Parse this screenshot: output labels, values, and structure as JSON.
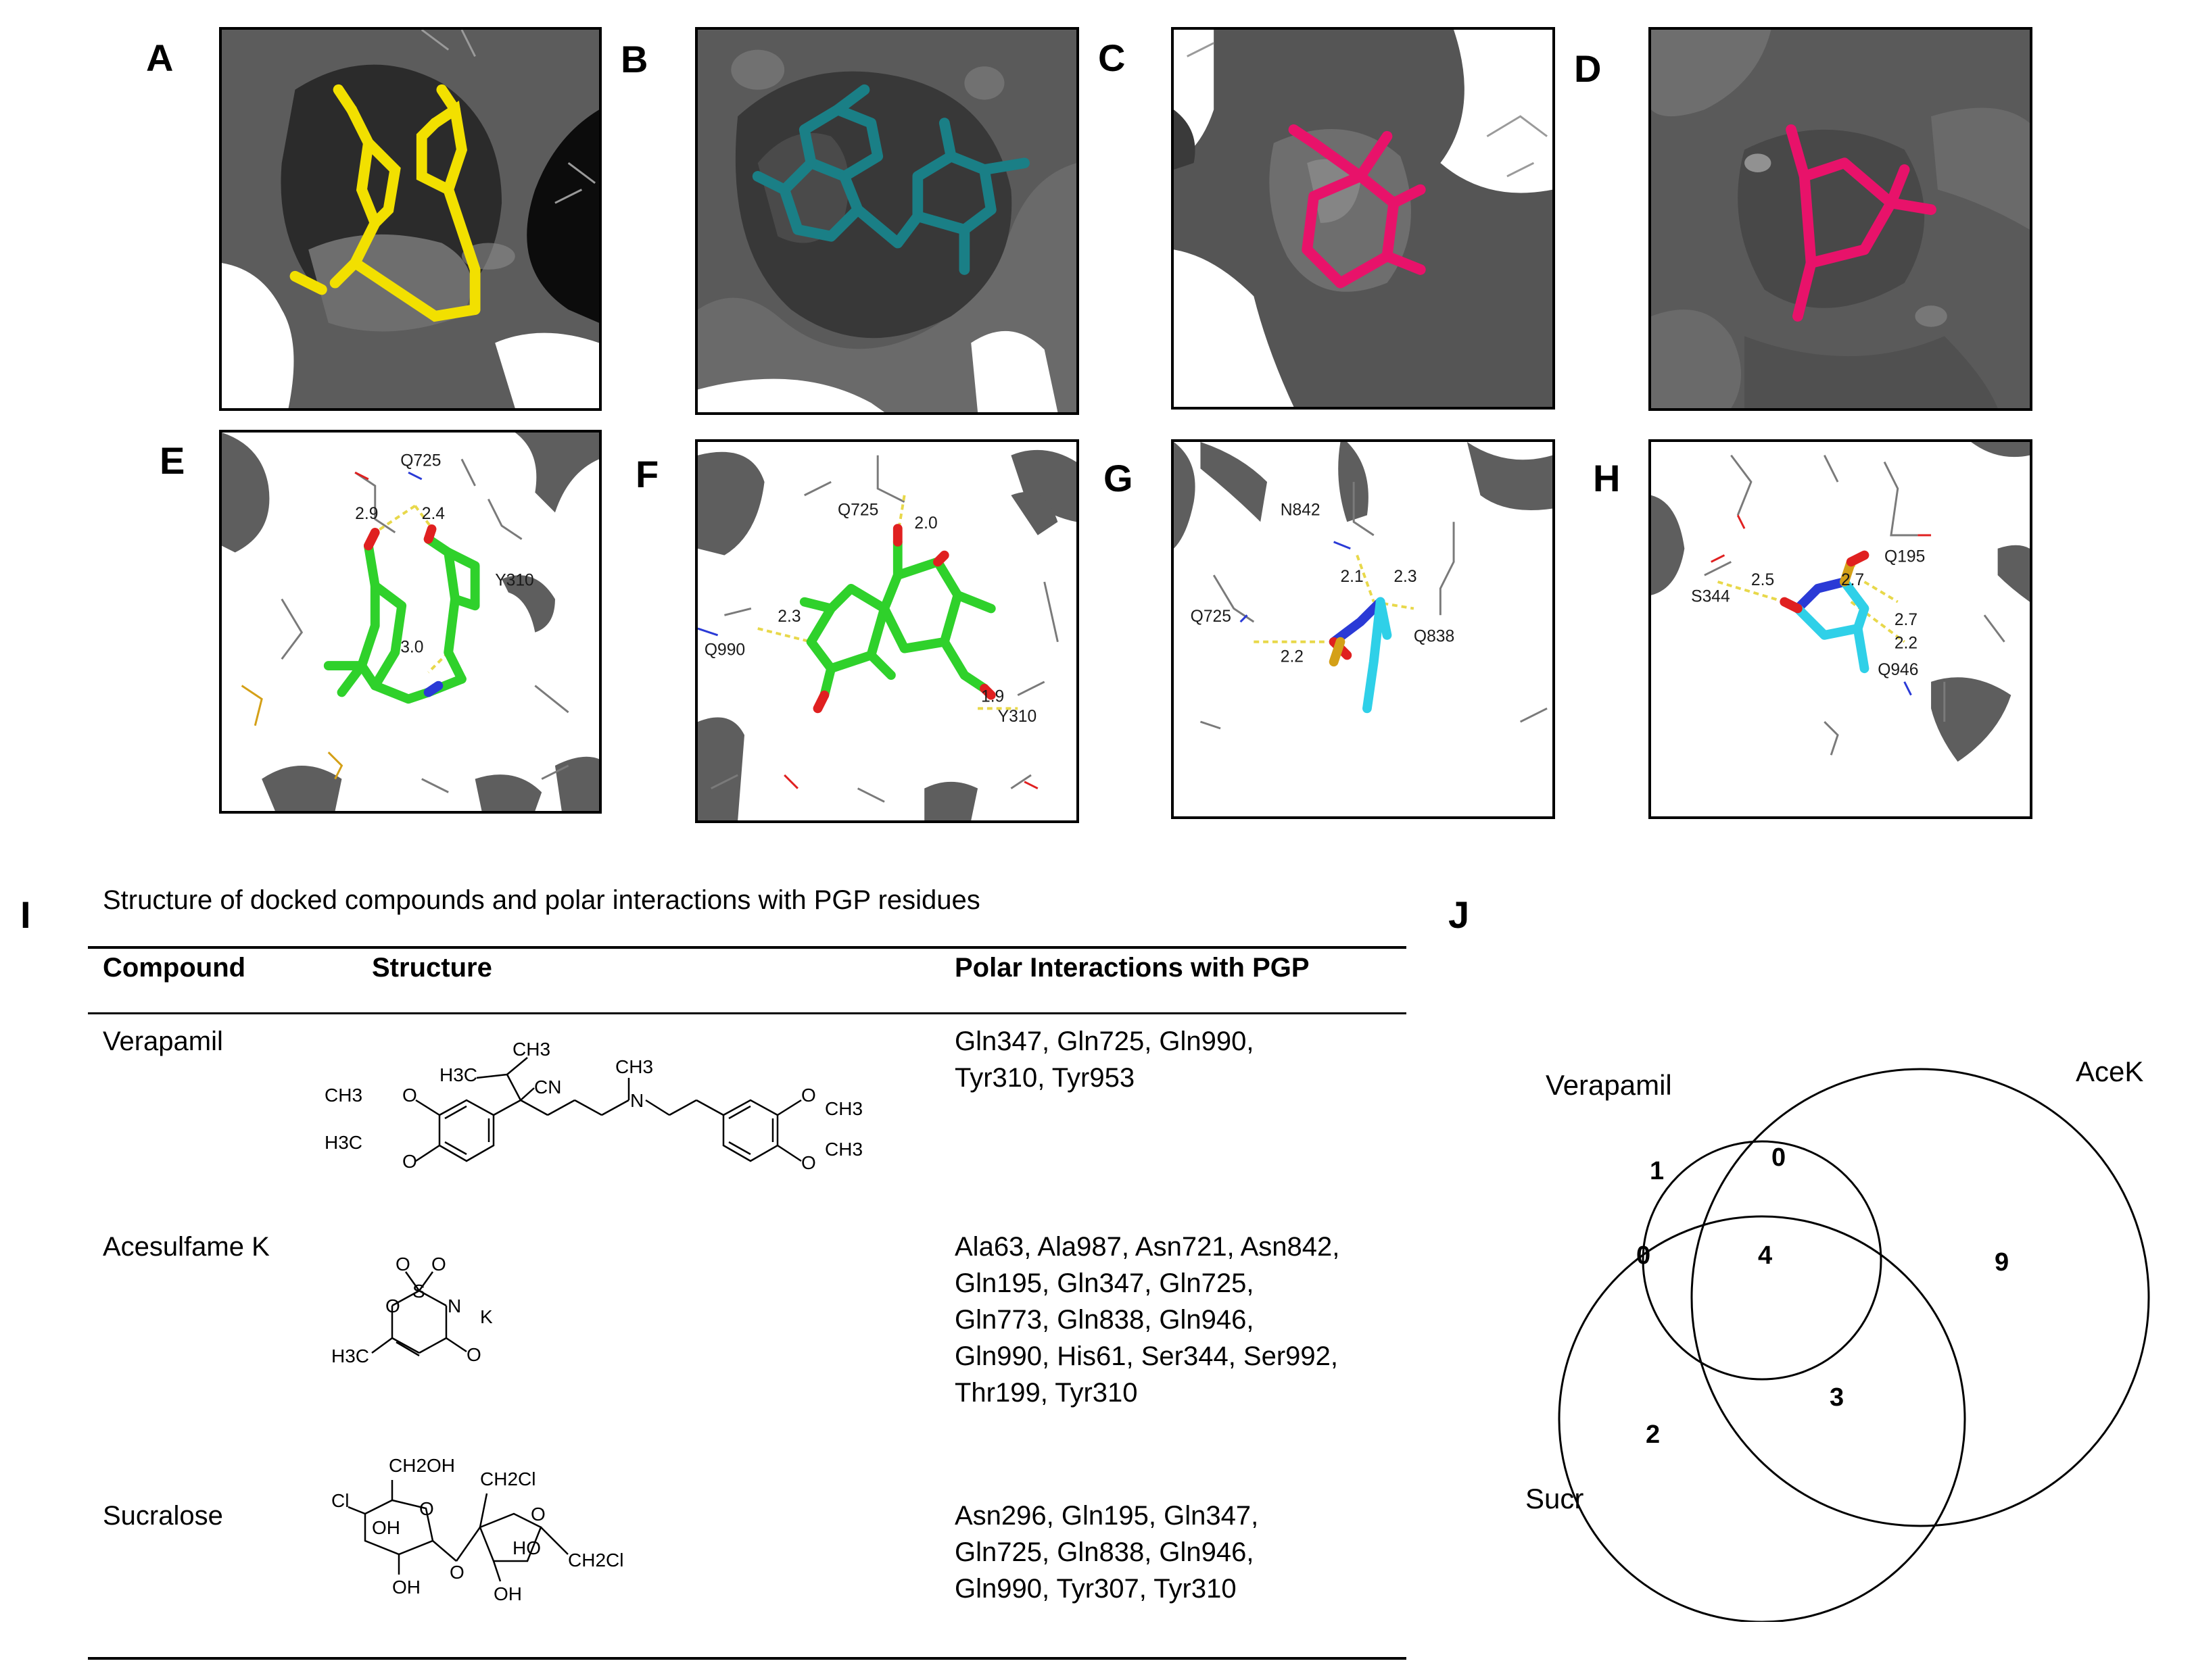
{
  "panel_labels": {
    "A": "A",
    "B": "B",
    "C": "C",
    "D": "D",
    "E": "E",
    "F": "F",
    "G": "G",
    "H": "H",
    "I": "I",
    "J": "J"
  },
  "ligand_colors": {
    "verapamil_surface": "#f2e000",
    "sucralose_surface": "#1a7f86",
    "acek_surface": "#e8126a",
    "docked_carbon": "#2fd12b",
    "acek_carbon": "#2fd0e8",
    "oxygen": "#e02020",
    "nitrogen": "#2a3ad6",
    "sulfur": "#d4a017",
    "hbond": "#e8d84a",
    "protein": "#5e5e5e"
  },
  "panel_E": {
    "residues": [
      "Q725",
      "Y310"
    ],
    "distances": [
      "2.9",
      "2.4",
      "3.0"
    ]
  },
  "panel_F": {
    "residues": [
      "Q725",
      "Q990",
      "Y310"
    ],
    "distances": [
      "2.0",
      "2.3",
      "1.9"
    ]
  },
  "panel_G": {
    "residues": [
      "N842",
      "Q725",
      "Q838"
    ],
    "distances": [
      "2.1",
      "2.3",
      "2.2"
    ]
  },
  "panel_H": {
    "residues": [
      "S344",
      "Q195",
      "Q946"
    ],
    "distances": [
      "2.5",
      "2.7",
      "2.7",
      "2.2"
    ]
  },
  "table": {
    "title": "Structure of docked compounds and polar interactions with PGP residues",
    "headers": {
      "compound": "Compound",
      "structure": "Structure",
      "interactions": "Polar Interactions with PGP"
    },
    "rows": [
      {
        "compound": "Verapamil",
        "lines": [
          "Gln347, Gln725, Gln990,",
          "Tyr310, Tyr953"
        ]
      },
      {
        "compound": "Acesulfame K",
        "lines": [
          "Ala63, Ala987, Asn721, Asn842,",
          "Gln195, Gln347, Gln725,",
          "Gln773, Gln838, Gln946,",
          "Gln990, His61, Ser344, Ser992,",
          "Thr199, Tyr310"
        ]
      },
      {
        "compound": "Sucralose",
        "lines": [
          "Asn296, Gln195, Gln347,",
          "Gln725, Gln838, Gln946,",
          "Gln990, Tyr307, Tyr310"
        ]
      }
    ]
  },
  "structures": {
    "verapamil": {
      "ch3_top": "CH3",
      "h3c": "H3C",
      "cn": "CN",
      "ch3_n": "CH3",
      "n": "N",
      "ome_left": "O",
      "ch3_left_top": "CH3",
      "ome_left_bottom": "O",
      "h3c_left": "H3C",
      "o_right_top": "O",
      "o_right_bottom": "O",
      "ch3_right_top": "CH3",
      "ch3_right_bottom": "CH3"
    },
    "acesulfame": {
      "o1": "O",
      "o2": "O",
      "s": "S",
      "n": "N",
      "o_ring": "O",
      "k": "K",
      "h3c": "H3C",
      "o_keto": "O"
    },
    "sucralose": {
      "ch2oh": "CH2OH",
      "cl": "Cl",
      "oh1": "OH",
      "oh2": "OH",
      "o_link": "O",
      "ch2cl_top": "CH2Cl",
      "ho": "HO",
      "ch2cl_right": "CH2Cl",
      "oh3": "OH",
      "o_ring1": "O",
      "o_ring2": "O"
    }
  },
  "venn": {
    "labels": {
      "verapamil": "Verapamil",
      "acek": "AceK",
      "sucr": "Sucr"
    },
    "counts": {
      "verapamil_only": "1",
      "verapamil_acek": "0",
      "verapamil_sucr": "0",
      "all_three": "4",
      "acek_only": "9",
      "acek_sucr": "3",
      "sucr_only": "2"
    }
  }
}
